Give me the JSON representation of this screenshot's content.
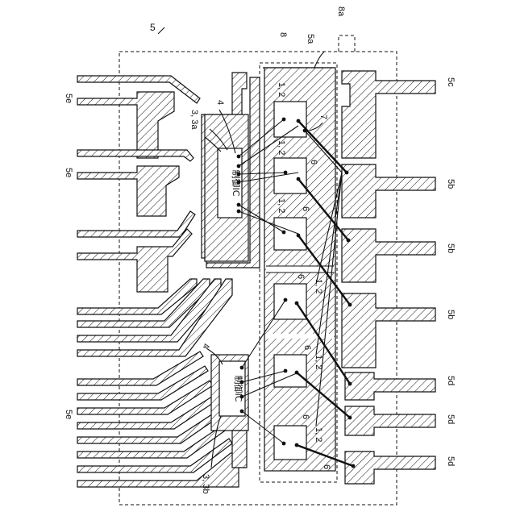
{
  "labels": {
    "ref_5": "5",
    "ref_8": "8",
    "ref_8a": "8a",
    "ref_5a": "5a",
    "ref_5c": "5c",
    "ref_5b": "5b",
    "ref_5d": "5d",
    "ref_5e": "5e",
    "ref_4": "4",
    "ref_33a": "3, 3a",
    "ref_33b": "3, 3b",
    "ref_6": "6",
    "ref_7": "7",
    "ref_12": "1, 2",
    "ic_text": "制御IC"
  }
}
